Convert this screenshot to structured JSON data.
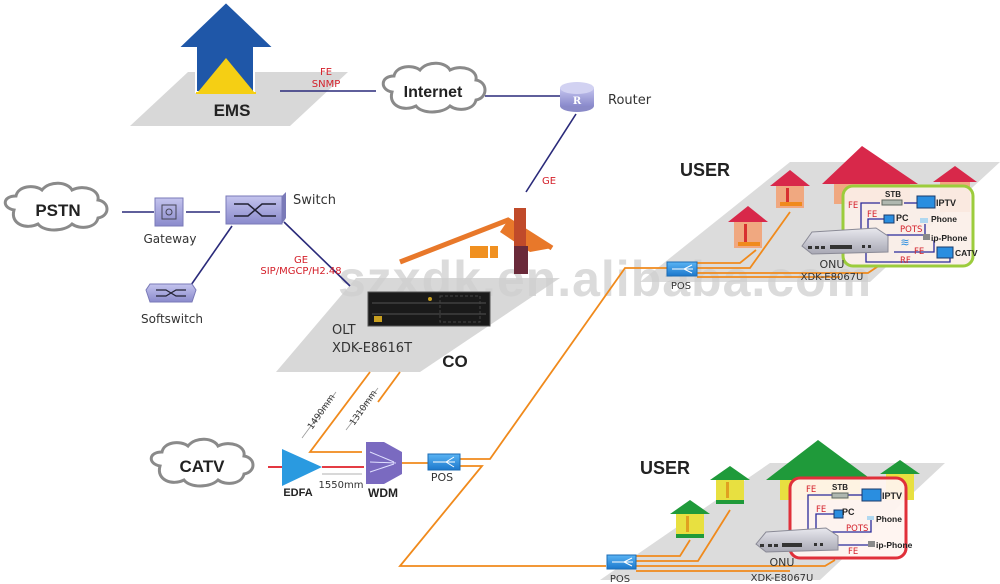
{
  "title": "GPON / EPON FTTH Network Topology",
  "colors": {
    "platform": "#d8d8d8",
    "link_copper": "#2a2a7a",
    "link_fiber": "#f08a1c",
    "link_rf": "#e0202a",
    "label_red": "#d4202a",
    "ems_blue": "#1f57a8",
    "ems_yellow": "#f5cf14",
    "device_violet": "#9a9ad6",
    "pos_blue": "#2a8ee0",
    "user1_frame": "#9ccc3c",
    "user2_frame": "#e0303a",
    "user1_roof": "#d8284a",
    "user2_roof": "#1f9a3a"
  },
  "ems": {
    "label": "EMS",
    "link_label_1": "FE",
    "link_label_2": "SNMP"
  },
  "internet": {
    "label": "Internet"
  },
  "router": {
    "label": "Router",
    "link_label": "GE"
  },
  "pstn": {
    "label": "PSTN"
  },
  "gateway": {
    "label": "Gateway"
  },
  "switch": {
    "label": "Switch",
    "link_label_1": "GE",
    "link_label_2": "SIP/MGCP/H2.48"
  },
  "softswitch": {
    "label": "Softswitch"
  },
  "co": {
    "label": "CO",
    "olt_label": "OLT",
    "olt_model": "XDK-E8616T",
    "wavelength_1": "1490mm",
    "wavelength_2": "1310mm"
  },
  "catv": {
    "label": "CATV"
  },
  "edfa": {
    "label": "EDFA",
    "wavelength": "1550mm"
  },
  "wdm": {
    "label": "WDM"
  },
  "pos_central": {
    "label": "POS"
  },
  "user_top": {
    "title": "USER",
    "pos_label": "POS",
    "onu_label": "ONU",
    "onu_model": "XDK-E8067U",
    "devices": {
      "stb": "STB",
      "iptv": "IPTV",
      "pc": "PC",
      "phone": "Phone",
      "ip_phone": "ip-Phone",
      "catv": "CATV"
    },
    "links": {
      "fe1": "FE",
      "fe2": "FE",
      "pots": "POTS",
      "fe3": "FE",
      "rf": "RF"
    }
  },
  "user_bottom": {
    "title": "USER",
    "pos_label": "POS",
    "onu_label": "ONU",
    "onu_model": "XDK-E8067U",
    "devices": {
      "stb": "STB",
      "iptv": "IPTV",
      "pc": "PC",
      "phone": "Phone",
      "ip_phone": "ip-Phone"
    },
    "links": {
      "fe1": "FE",
      "fe2": "FE",
      "pots": "POTS",
      "fe3": "FE"
    }
  },
  "watermark": "szxdk.en.alibaba.com"
}
